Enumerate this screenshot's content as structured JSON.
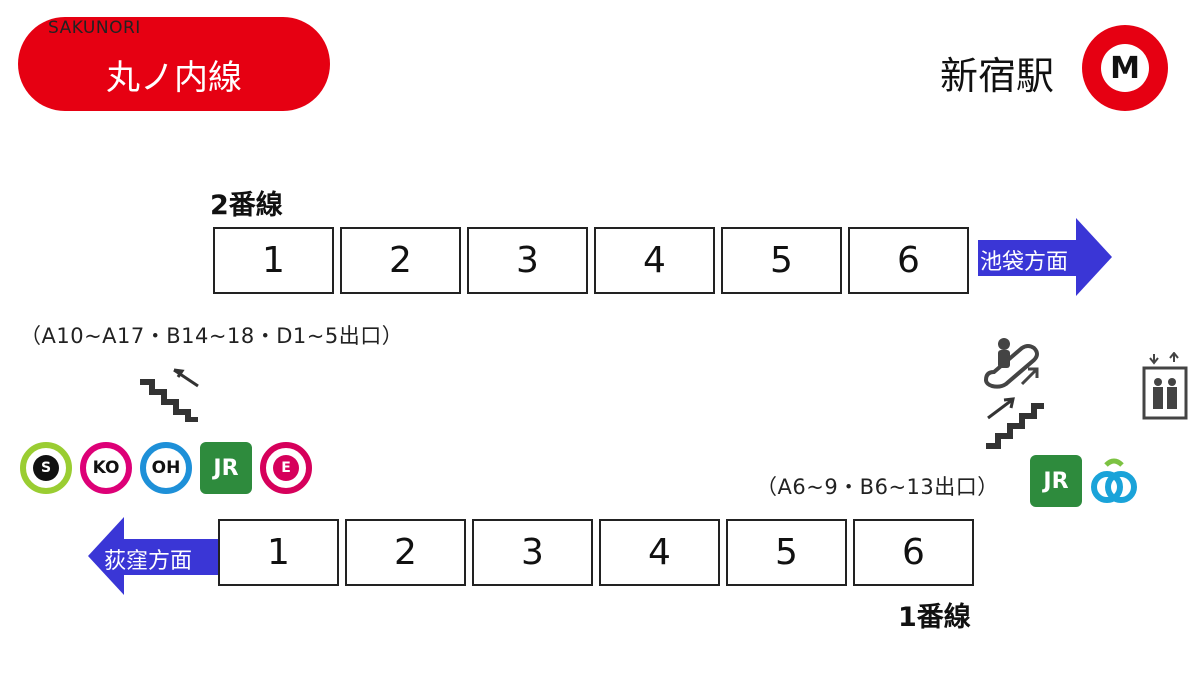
{
  "header": {
    "brand": "SAKUNORI",
    "line_name": "丸ノ内線",
    "station_name": "新宿駅",
    "metro_logo_letter": "M",
    "line_color": "#e60012"
  },
  "track2": {
    "label": "2番線",
    "cars": [
      "1",
      "2",
      "3",
      "4",
      "5",
      "6"
    ],
    "direction": "池袋方面",
    "exits": "（A10~A17・B14~18・D1~5出口）"
  },
  "track1": {
    "label": "1番線",
    "cars": [
      "1",
      "2",
      "3",
      "4",
      "5",
      "6"
    ],
    "direction": "荻窪方面",
    "exits": "（A6~9・B6~13出口）"
  },
  "colors": {
    "arrow": "#3a36d6",
    "jr_green": "#2e8b3d"
  },
  "left_transfer_logos": [
    {
      "text": "S",
      "color": "#9acd32",
      "icon": "seibu-shinjuku-line-logo"
    },
    {
      "text": "KO",
      "color": "#dd0077",
      "icon": "keio-line-logo"
    },
    {
      "text": "OH",
      "color": "#1e90d8",
      "icon": "odakyu-line-logo"
    },
    {
      "text": "JR",
      "color": "#2e8b3d",
      "icon": "jr-logo"
    },
    {
      "text": "E",
      "color": "#d6005b",
      "icon": "oedo-line-logo"
    }
  ],
  "right_transfer_logos": [
    {
      "text": "JR",
      "color": "#2e8b3d",
      "icon": "jr-logo"
    },
    {
      "text": "",
      "color": "#1aa3d9",
      "icon": "odakyu-rings-logo"
    }
  ],
  "icons": [
    "stairs-up-icon",
    "escalator-icon",
    "elevator-icon"
  ]
}
